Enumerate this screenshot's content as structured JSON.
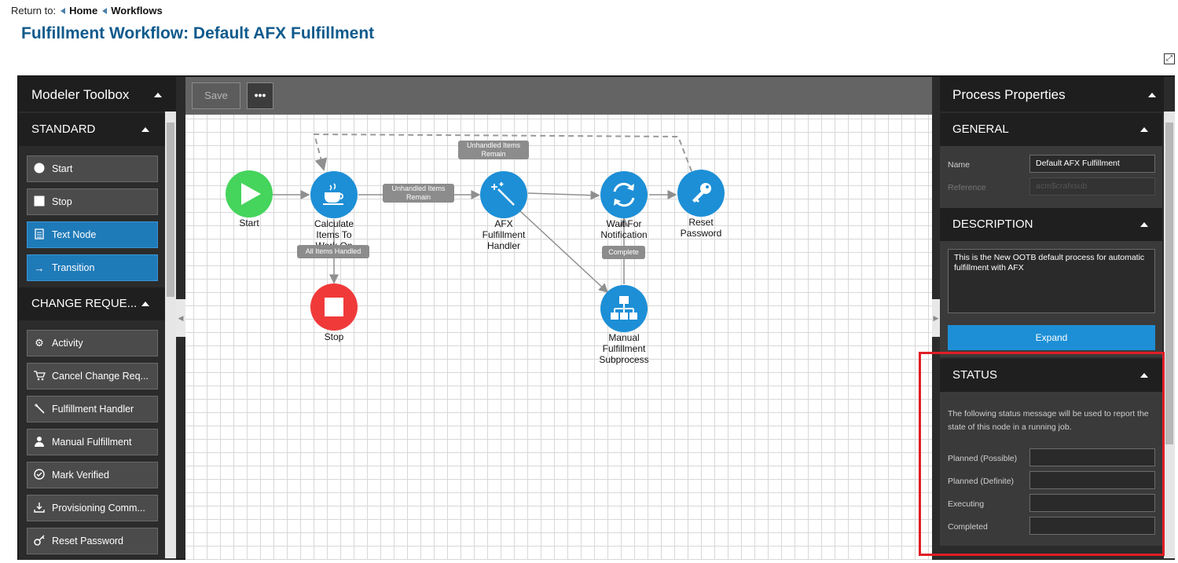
{
  "breadcrumb": {
    "prefix": "Return to:",
    "home": "Home",
    "workflows": "Workflows"
  },
  "page_title": "Fulfillment Workflow: Default AFX Fulfillment",
  "toolbox": {
    "title": "Modeler Toolbox",
    "standard_label": "STANDARD",
    "standard_items": [
      {
        "label": "Start",
        "icon": "circle-icon"
      },
      {
        "label": "Stop",
        "icon": "square-icon"
      },
      {
        "label": "Text Node",
        "icon": "document-icon"
      },
      {
        "label": "Transition",
        "icon": "arrow-right-icon"
      }
    ],
    "change_label": "CHANGE REQUE...",
    "change_items": [
      {
        "label": "Activity",
        "icon": "gears-icon"
      },
      {
        "label": "Cancel Change Req...",
        "icon": "cart-cancel-icon"
      },
      {
        "label": "Fulfillment Handler",
        "icon": "wand-icon"
      },
      {
        "label": "Manual Fulfillment",
        "icon": "person-icon"
      },
      {
        "label": "Mark Verified",
        "icon": "check-circle-icon"
      },
      {
        "label": "Provisioning Comm...",
        "icon": "download-icon"
      },
      {
        "label": "Reset Password",
        "icon": "key-icon"
      }
    ]
  },
  "canvas": {
    "save_label": "Save",
    "more_label": "•••",
    "nodes": {
      "start": "Start",
      "calc": [
        "Calculate",
        "Items To",
        "Work On"
      ],
      "afx": [
        "AFX",
        "Fulfillment",
        "Handler"
      ],
      "wait": [
        "Wait For",
        "Notification"
      ],
      "reset": [
        "Reset",
        "Password"
      ],
      "stop": "Stop",
      "manual": [
        "Manual",
        "Fulfillment",
        "Subprocess"
      ]
    },
    "edge_labels": {
      "unhandled_top": [
        "Unhandled Items",
        "Remain"
      ],
      "unhandled_mid": [
        "Unhandled Items",
        "Remain"
      ],
      "all_handled": "All Items Handled",
      "complete": "Complete"
    }
  },
  "properties": {
    "title": "Process Properties",
    "general_label": "GENERAL",
    "name_label": "Name",
    "name_value": "Default AFX Fulfillment",
    "reference_label": "Reference",
    "reference_value": "acm$crafxsub",
    "description_label": "DESCRIPTION",
    "description_value": "This is the New OOTB default process for automatic fulfillment with AFX",
    "expand_label": "Expand",
    "status_label": "STATUS",
    "status_text": "The following status message will be used to report the state of this node in a running job.",
    "status_fields": [
      "Planned (Possible)",
      "Planned (Definite)",
      "Executing",
      "Completed"
    ]
  },
  "colors": {
    "accent_blue": "#1d8fd6",
    "start_green": "#45d45c",
    "stop_red": "#f03a3a",
    "highlight_red": "#e01e26",
    "title_blue": "#0f5a8c"
  }
}
